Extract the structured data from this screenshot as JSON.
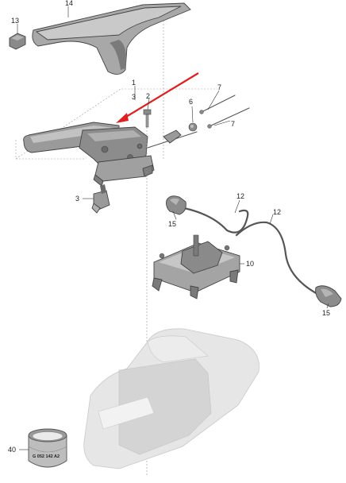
{
  "callouts": [
    {
      "id": "c1",
      "text": "14"
    },
    {
      "id": "c2",
      "text": "13"
    },
    {
      "id": "c3",
      "text": "1"
    },
    {
      "id": "c4",
      "text": "3"
    },
    {
      "id": "c5",
      "text": "2"
    },
    {
      "id": "c6",
      "text": "7"
    },
    {
      "id": "c7",
      "text": "6"
    },
    {
      "id": "c8",
      "text": "7"
    },
    {
      "id": "c9",
      "text": "3"
    },
    {
      "id": "c10",
      "text": "12"
    },
    {
      "id": "c11",
      "text": "15"
    },
    {
      "id": "c12",
      "text": "12"
    },
    {
      "id": "c13",
      "text": "10"
    },
    {
      "id": "c14",
      "text": "15"
    },
    {
      "id": "c15",
      "text": "40"
    }
  ],
  "ring_stamp": "G 052 142 A2",
  "colors": {
    "arrow": "#e02020",
    "part_fill": "#9a9a9a",
    "part_light": "#c8c8c8",
    "part_dark": "#6a6a6a",
    "console_fill": "#e4e4e4"
  }
}
